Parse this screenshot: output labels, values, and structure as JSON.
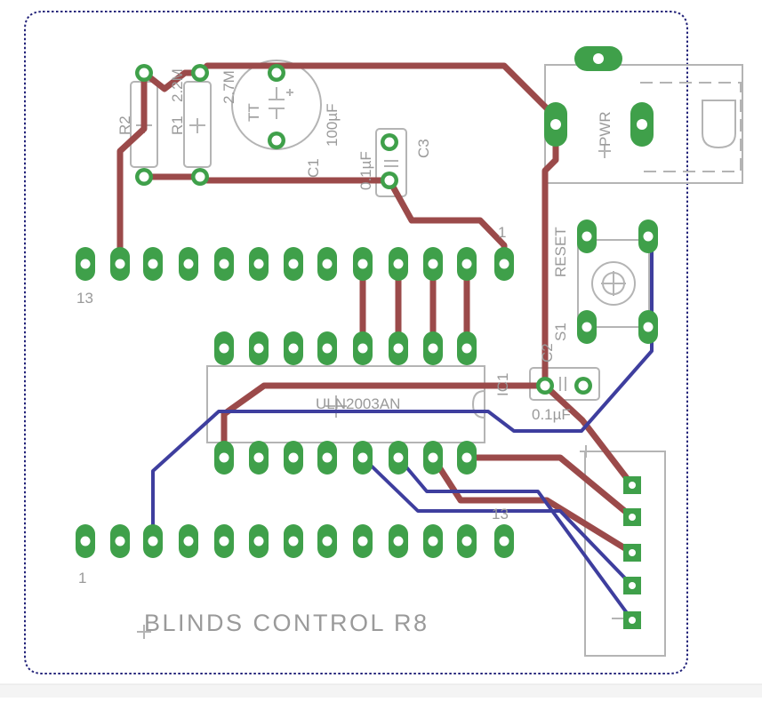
{
  "board": {
    "title": "BLINDS CONTROL R8",
    "colors": {
      "pad": "#3fa04a",
      "top_copper": "#9b4a4a",
      "bottom_copper": "#3e3e9e",
      "silkscreen": "#b4b4b4",
      "outline": "#24247a"
    }
  },
  "labels": {
    "r2": "R2",
    "r1": "R1",
    "r1_value": "2.2M",
    "r2_value": "2.7M",
    "c1": "C1",
    "c1_value": "100µF",
    "c1_pol_tt": "TT",
    "c3": "C3",
    "c3_value": "0.1µF",
    "pwr": "PWR",
    "reset": "RESET",
    "s1": "S1",
    "c2": "C2",
    "c2_value": "0.1µF",
    "ic1": "IC1",
    "ic1_part": "ULN2003AN",
    "header_top_pin": "13",
    "header_top_pin1": "1",
    "header_bottom_pin1": "1",
    "connector_pin": "13"
  }
}
